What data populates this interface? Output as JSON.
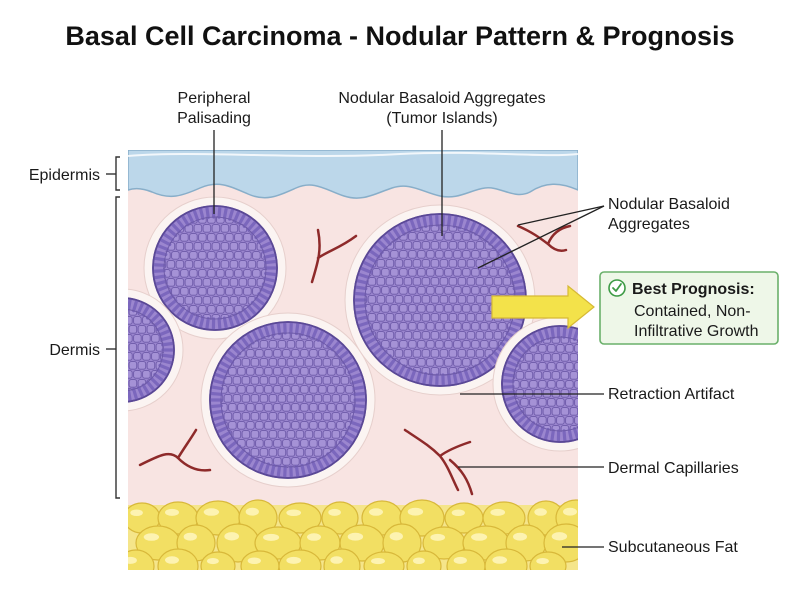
{
  "title": "Basal Cell Carcinoma - Nodular Pattern & Prognosis",
  "labels": {
    "peripheral_palisading": [
      "Peripheral",
      "Palisading"
    ],
    "nodular_aggregates_top": [
      "Nodular Basaloid Aggregates",
      "(Tumor Islands)"
    ],
    "epidermis": "Epidermis",
    "dermis": "Dermis",
    "nodular_aggregates_right": [
      "Nodular Basaloid",
      "Aggregates"
    ],
    "retraction_artifact": "Retraction Artifact",
    "dermal_capillaries": "Dermal Capillaries",
    "subcutaneous_fat": "Subcutaneous Fat"
  },
  "prognosis_box": {
    "heading": "Best Prognosis:",
    "lines": [
      "Contained, Non-",
      "Infiltrative Growth"
    ]
  },
  "colors": {
    "epidermis": "#bcd7ea",
    "dermis": "#f8e4e2",
    "tumor": "#9b86cf",
    "tumor_cell_border": "#5a4896",
    "capillary": "#8e2a2a",
    "fat": "#f2df63",
    "callout_border": "#6ab06a",
    "callout_fill": "#eef7e8",
    "arrow": "#f3e24a"
  }
}
